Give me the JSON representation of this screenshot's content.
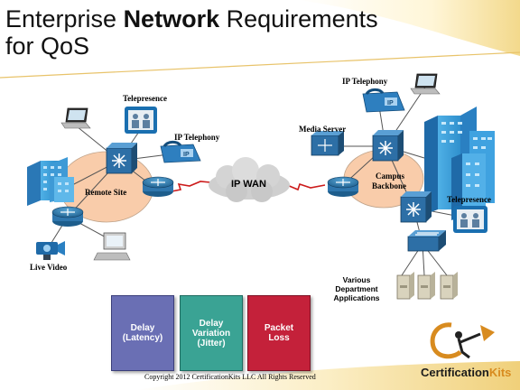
{
  "slide": {
    "title_line1_pre": "Enterprise ",
    "title_line1_bold": "Network",
    "title_line1_post": " Requirements",
    "title_line2": "for QoS"
  },
  "diagram": {
    "remote_site": "Remote Site",
    "campus_backbone_l1": "Campus",
    "campus_backbone_l2": "Backbone",
    "ip_wan": "IP WAN",
    "telepresence_left": "Telepresence",
    "ip_telephony_left": "IP Telephony",
    "live_video": "Live Video",
    "ip_telephony_right": "IP Telephony",
    "media_server": "Media Server",
    "telepresence_right": "Telepresence",
    "departments": [
      "Various",
      "Department",
      "Applications"
    ]
  },
  "requirements": [
    {
      "lines": [
        "Delay",
        "(Latency)"
      ],
      "color": "#6a6fb4"
    },
    {
      "lines": [
        "Delay",
        "Variation",
        "(Jitter)"
      ],
      "color": "#3aa394"
    },
    {
      "lines": [
        "Packet",
        "Loss"
      ],
      "color": "#c4213a"
    }
  ],
  "footer": {
    "copyright": "Copyright 2012 CertificationKits LLC  All Rights Reserved",
    "brand_part1": "Certification",
    "brand_part2": "Kits"
  }
}
